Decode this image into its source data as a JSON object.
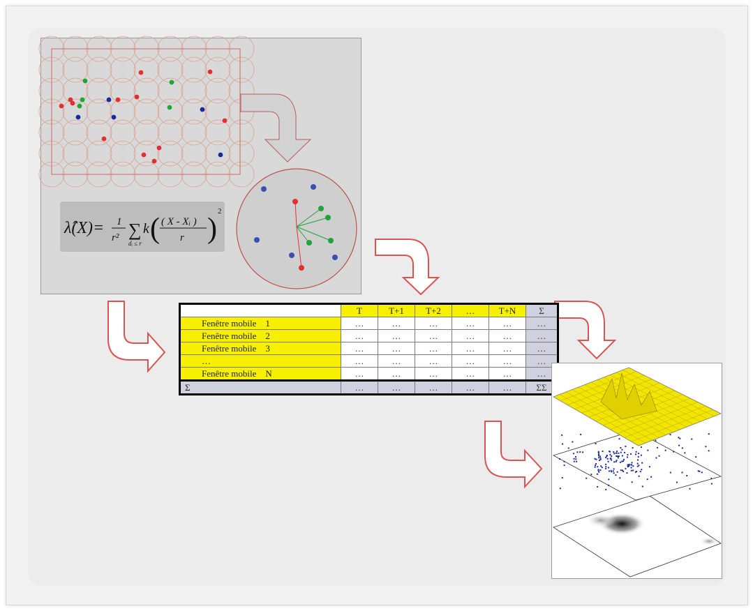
{
  "formula": {
    "text": "λ̂(X) = 1/r² ∑ k((X − Xᵢ)/r)²",
    "sub": "dᵢ ≤ r"
  },
  "table": {
    "columns": [
      "T",
      "T+1",
      "T+2",
      "…",
      "T+N",
      "Σ"
    ],
    "rows": [
      {
        "label": "Fenêtre mobile",
        "index": "1"
      },
      {
        "label": "Fenêtre mobile",
        "index": "2"
      },
      {
        "label": "Fenêtre mobile",
        "index": "3"
      },
      {
        "label": "…",
        "index": ""
      },
      {
        "label": "Fenêtre mobile",
        "index": "N"
      }
    ],
    "cell_placeholder": "…",
    "sum_label": "Σ",
    "grand_total": "ΣΣ"
  },
  "colors": {
    "yellow": "#f7f000",
    "arrow_outline": "#d9534f",
    "point_red": "#e03030",
    "point_green": "#22a33a",
    "point_blue": "#1a2a9a",
    "sum_fill": "#cfd2de"
  },
  "icons": [
    "curved-arrow-icon",
    "circle-neighborhood-icon",
    "surface-3d-icon",
    "point-map-icon",
    "density-map-icon"
  ]
}
